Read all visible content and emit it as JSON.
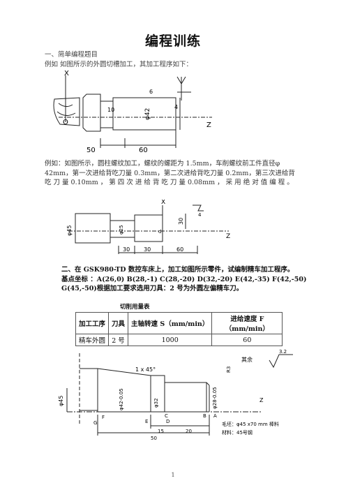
{
  "doc": {
    "title": "编程训练",
    "section1": "一、简单编程题目",
    "example1": "例如   如图所示的外圆切槽加工，其加工程序如下：",
    "example2_lines": [
      "例如：如图所示，圆柱螺纹加工，螺纹的螺距为  1.5mm，车削螺纹前工件直径φ",
      "42mm，第一次进给背吃刀量 0.3mm，第二次进给背吃刀量 0.2mm，第三次进给背",
      "吃 刀 量   0.10mm ， 第 四 次 进 给 背 吃 刀 量   0.08mm ， 采 用 绝 对 值 编 程 。"
    ],
    "section2_lines": [
      "二、在 GSK980-TD 数控车床上，加工如图所示零件，试编制精车加工程序。",
      "基点坐标 ：A(26,0)   B(28,-1)   C(28,-20)   D(32,-20)   E(42,-35) F(42,-50)",
      "G(45,-50)根据加工要求选用刀具：2 号为外圆左偏精车刀。"
    ],
    "table_caption": "切削用量表",
    "page_number": "1"
  },
  "table": {
    "headers": [
      "加工工序",
      "刀具",
      "主轴转速 S（mm/min）",
      "进给速度 F（mm/min）"
    ],
    "rows": [
      [
        "精车外圆",
        "2 号",
        "1000",
        "60"
      ]
    ]
  },
  "fig1": {
    "x": "X",
    "z": "Z",
    "o": "O",
    "d50": "50",
    "d60": "60",
    "dia": "φ42",
    "v1": "10",
    "v2": "6",
    "v3": "4"
  },
  "fig2": {
    "x": "X",
    "z": "Z",
    "d1": "30",
    "d2": "30",
    "d3": "60",
    "v1": "30",
    "v2": "4",
    "dia1": "φ45",
    "dia2": "φ25",
    "dia3": "d"
  },
  "fig3": {
    "chamfer": "1 x 45°",
    "rough_other": "其余",
    "ra": "3.2",
    "r3": "R3",
    "d45": "φ45",
    "d42": "φ42-0.05",
    "d32": "φ32",
    "d28": "φ28-0.05",
    "pts": [
      "A",
      "B",
      "C",
      "D",
      "E",
      "F",
      "G"
    ],
    "dims": [
      "15",
      "20",
      "50"
    ],
    "z": "Z",
    "note1": "毛坯：φ45 x70 mm 棒料",
    "note2": "材料：45号钢"
  }
}
